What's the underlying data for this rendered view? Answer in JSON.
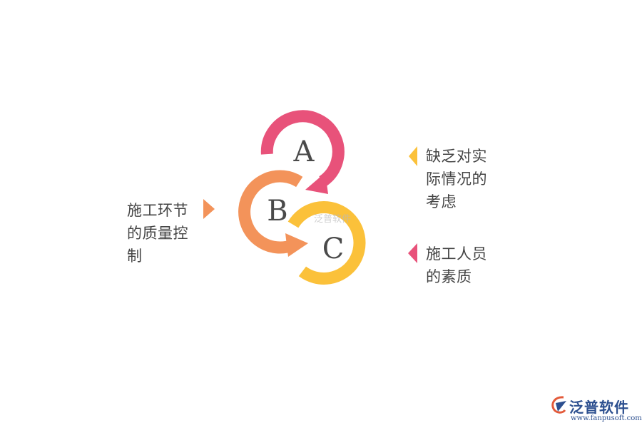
{
  "diagram": {
    "circles": [
      {
        "letter": "A",
        "color": "#e8527a"
      },
      {
        "letter": "B",
        "color": "#f3935a"
      },
      {
        "letter": "C",
        "color": "#fbc13a"
      }
    ],
    "labels": {
      "left": "施工环节的质量控制",
      "top_right": "缺乏对实际情况的考虑",
      "bottom_right": "施工人员的素质"
    },
    "pointer_colors": {
      "left": "#f3935a",
      "top_right": "#fbc13a",
      "bottom_right": "#e8527a"
    }
  },
  "watermark": "泛普软件",
  "logo": {
    "name": "泛普软件",
    "url": "www.fanpusoft.com",
    "color": "#2c4f8f"
  }
}
